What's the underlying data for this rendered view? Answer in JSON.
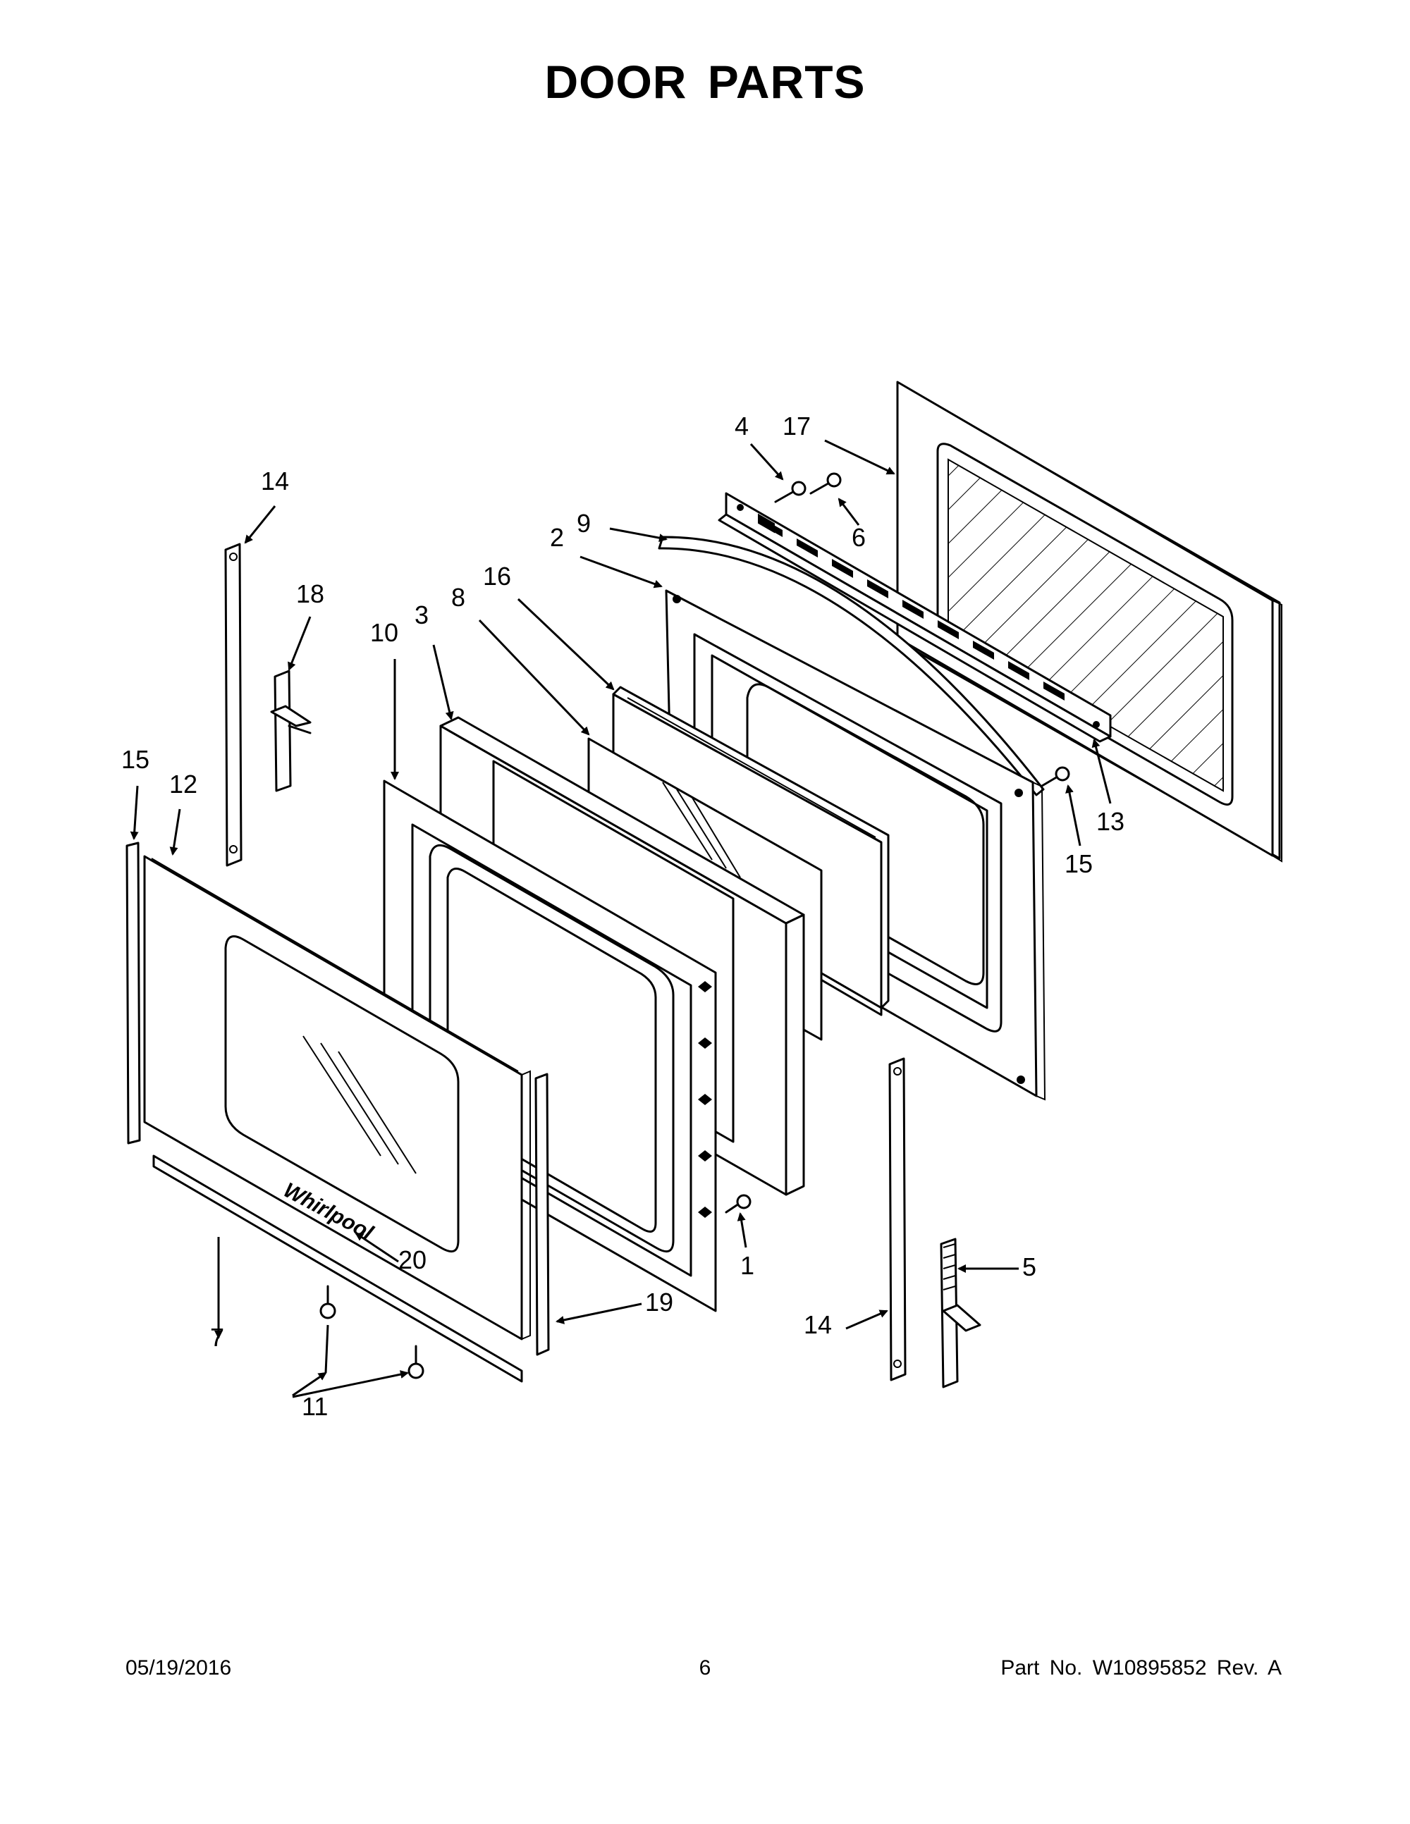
{
  "page": {
    "title": "DOOR PARTS"
  },
  "callouts": [
    "1",
    "2",
    "3",
    "4",
    "5",
    "6",
    "7",
    "8",
    "9",
    "10",
    "11",
    "12",
    "13",
    "14",
    "15",
    "16",
    "17",
    "18",
    "19",
    "20"
  ],
  "logo_text": "Whirlpool",
  "footer": {
    "date": "05/19/2016",
    "page_number": "6",
    "part_number": "Part No.  W10895852  Rev.  A"
  }
}
